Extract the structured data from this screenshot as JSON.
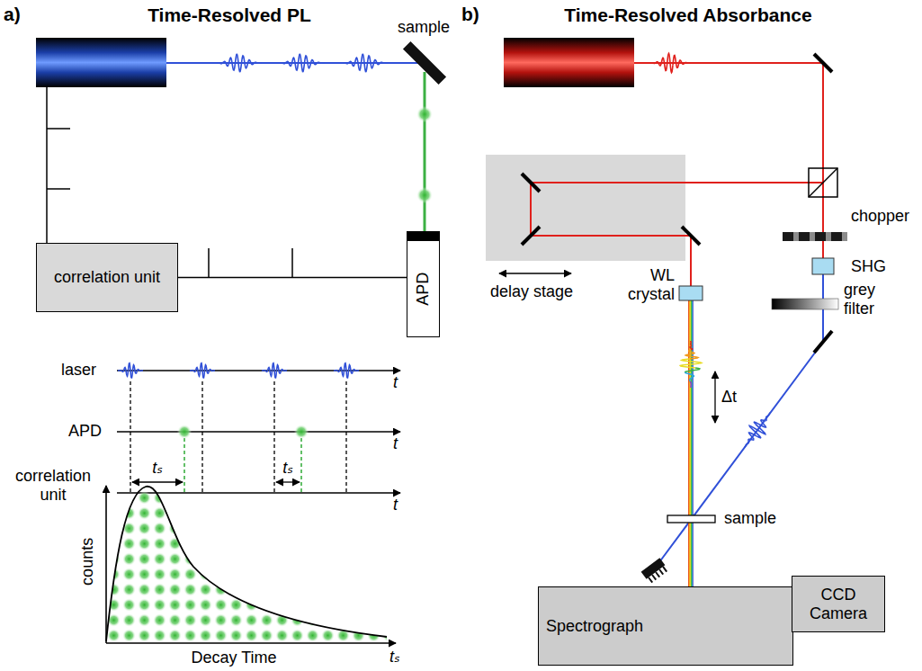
{
  "diagram": {
    "nodes": [
      {
        "text": [
          "correlation unit"
        ]
      },
      {
        "text": [
          "APD"
        ]
      },
      {
        "text": [
          "Spectrograph"
        ]
      },
      {
        "text": [
          "CCD Camera"
        ]
      }
    ],
    "edges": [
      {
        "from": 0,
        "to": 1,
        "arrow": "none"
      }
    ],
    "labels": [
      "a)",
      "Time-Resolved PL",
      "sample",
      "laser",
      "APD",
      "t",
      "t",
      "correlation unit",
      "t",
      "tₛ",
      "tₛ",
      "counts",
      "Decay Time",
      "tₛ",
      "b)",
      "Time-Resolved Absorbance",
      "delay stage",
      "WL crystal",
      "chopper",
      "SHG",
      "grey filter",
      "Δt",
      "sample"
    ]
  }
}
